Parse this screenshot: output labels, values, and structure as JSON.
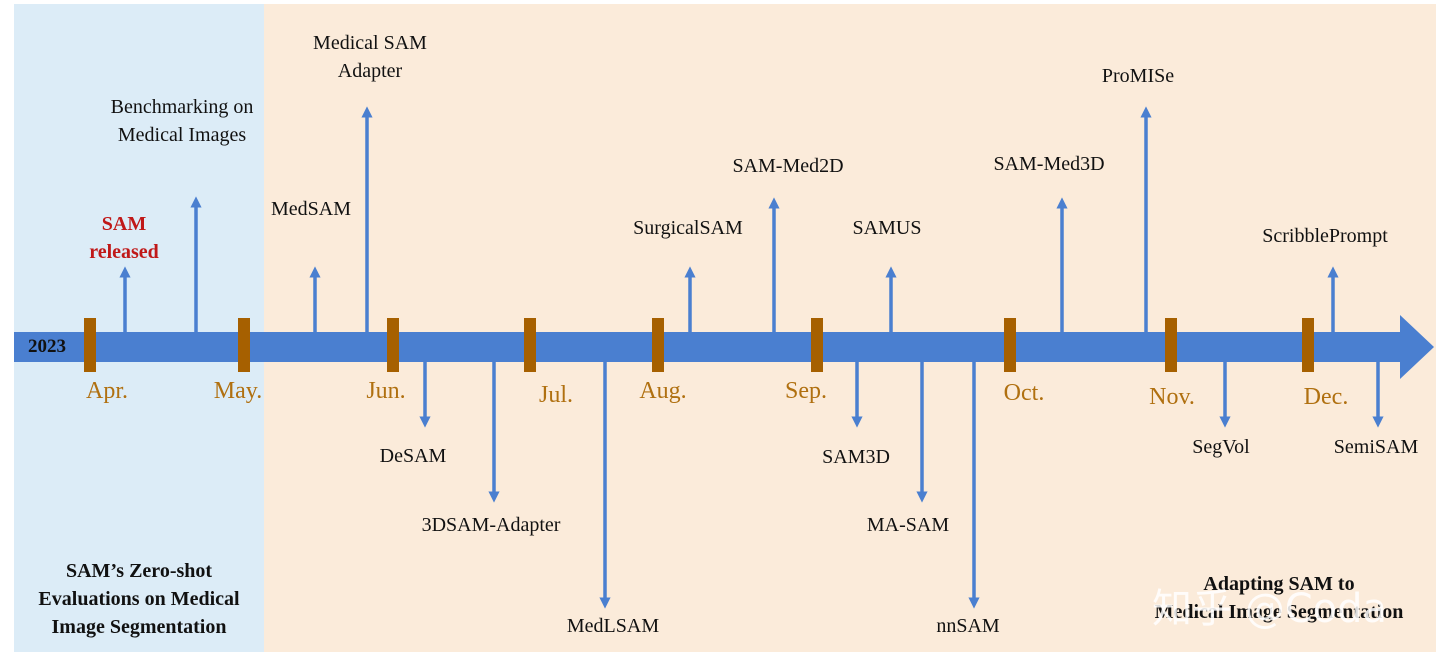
{
  "year": "2023",
  "colors": {
    "timeline": "#4a7fd0",
    "marker": "#a66000",
    "month_text": "#b07010",
    "sam_text": "#c01818",
    "left_bg": "#dcecf7",
    "right_bg": "#fbebda"
  },
  "months": [
    "Apr.",
    "May.",
    "Jun.",
    "Jul.",
    "Aug.",
    "Sep.",
    "Oct.",
    "Nov.",
    "Dec."
  ],
  "sam_release": {
    "line1": "SAM",
    "line2": "released"
  },
  "left_panel_title": [
    "SAM’s Zero-shot",
    "Evaluations on Medical",
    "Image Segmentation"
  ],
  "right_panel_title": [
    "Adapting SAM to",
    "Medical Image Segmentation"
  ],
  "events_above": [
    {
      "line1": "Benchmarking on",
      "line2": "Medical Images"
    },
    {
      "line1": "MedSAM"
    },
    {
      "line1": "Medical SAM",
      "line2": "Adapter"
    },
    {
      "line1": "SurgicalSAM"
    },
    {
      "line1": "SAM-Med2D"
    },
    {
      "line1": "SAMUS"
    },
    {
      "line1": "SAM-Med3D"
    },
    {
      "line1": "ProMISe"
    },
    {
      "line1": "ScribblePrompt"
    }
  ],
  "events_below": [
    {
      "line1": "DeSAM"
    },
    {
      "line1": "3DSAM-Adapter"
    },
    {
      "line1": "MedLSAM"
    },
    {
      "line1": "SAM3D"
    },
    {
      "line1": "MA-SAM"
    },
    {
      "line1": "nnSAM"
    },
    {
      "line1": "SegVol"
    },
    {
      "line1": "SemiSAM"
    }
  ],
  "watermark": "知乎 @Coda"
}
